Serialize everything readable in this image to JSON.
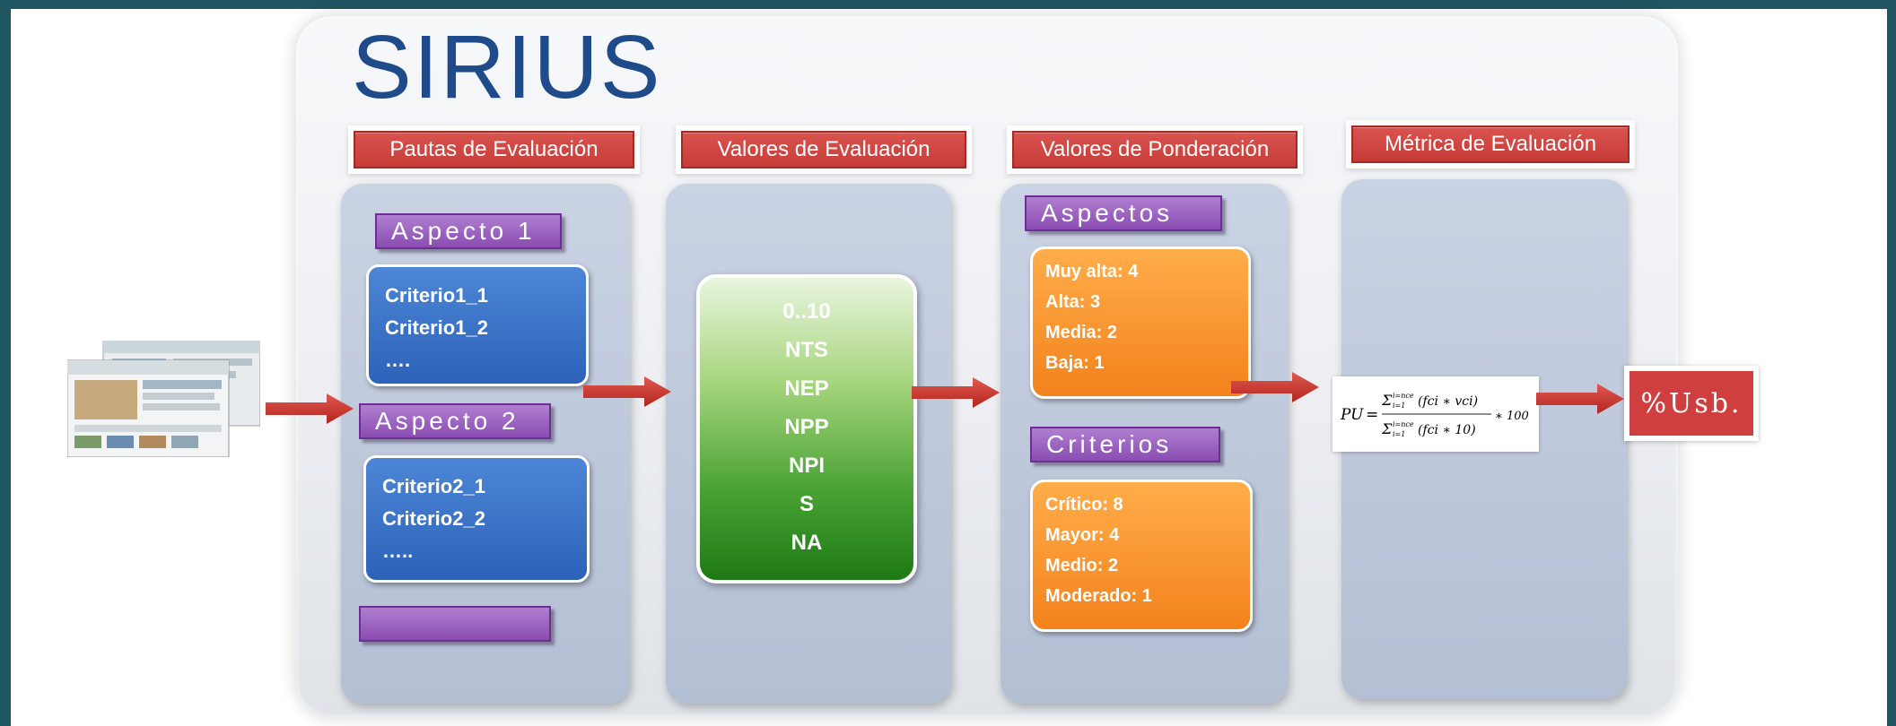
{
  "title": "SIRIUS",
  "headers": [
    "Pautas de Evaluación",
    "Valores de Evaluación",
    "Valores de Ponderación",
    "Métrica de Evaluación"
  ],
  "pautas": {
    "aspecto1_label": "Aspecto 1",
    "aspecto1_criterios": [
      "Criterio1_1",
      "Criterio1_2",
      "…."
    ],
    "aspecto2_label": "Aspecto 2",
    "aspecto2_criterios": [
      "Criterio2_1",
      "Criterio2_2",
      "….."
    ],
    "aspecto3_label": ""
  },
  "valores": [
    "0..10",
    "NTS",
    "NEP",
    "NPP",
    "NPI",
    "S",
    "NA"
  ],
  "ponderacion": {
    "aspectos_label": "Aspectos",
    "aspectos": [
      "Muy alta: 4",
      "Alta: 3",
      "Media: 2",
      "Baja: 1"
    ],
    "criterios_label": "Criterios",
    "criterios": [
      "Crítico: 8",
      "Mayor: 4",
      "Medio: 2",
      "Moderado: 1"
    ]
  },
  "metrica": {
    "lhs": "PU",
    "numerator_sum": "Σ",
    "numerator_sub": "i=1",
    "numerator_sup": "i=nce",
    "numerator_body": "(fci ∗ vci)",
    "denominator_sum": "Σ",
    "denominator_sub": "i=1",
    "denominator_sup": "i=nce",
    "denominator_body": "(fci ∗ 10)",
    "factor": "∗ 100"
  },
  "result": "%Usb.",
  "colors": {
    "header_red": "#c63b37",
    "aspect_purple": "#8a4cb3",
    "criteria_blue": "#2c62b8",
    "values_green": "#4aa234",
    "weights_orange": "#f3821c",
    "arrow_red": "#c23029",
    "frame_teal": "#1f5561"
  },
  "icons": [
    "website-screenshot-icon",
    "arrow-right-icon"
  ]
}
